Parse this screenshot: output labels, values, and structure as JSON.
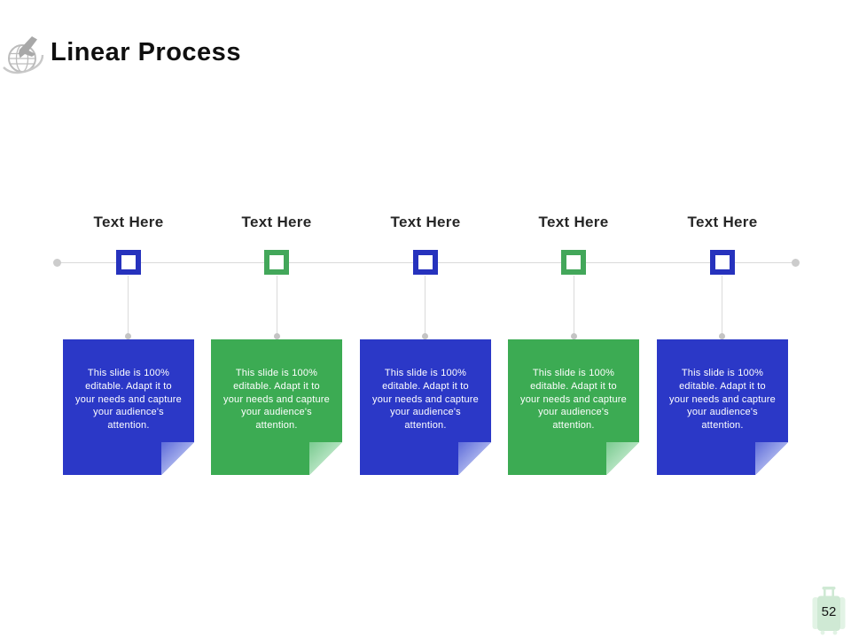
{
  "slide": {
    "title": "Linear Process",
    "page_number": "52"
  },
  "icons": {
    "logo": "globe-airplane-logo-icon",
    "footer": "suitcase-icon"
  },
  "timeline": {
    "steps": [
      {
        "label": "Text Here",
        "accent_color": "#2632bd",
        "card_color": "#2b38c7",
        "card_text": "This slide is 100% editable. Adapt it to your needs and capture your audience's attention."
      },
      {
        "label": "Text Here",
        "accent_color": "#43a75a",
        "card_color": "#3cab53",
        "card_text": "This slide is 100% editable. Adapt it to your needs and capture your audience's attention."
      },
      {
        "label": "Text Here",
        "accent_color": "#2632bd",
        "card_color": "#2b38c7",
        "card_text": "This slide is 100% editable. Adapt it to your needs and capture your audience's attention."
      },
      {
        "label": "Text Here",
        "accent_color": "#43a75a",
        "card_color": "#3cab53",
        "card_text": "This slide is 100% editable. Adapt it to your needs and capture your audience's attention."
      },
      {
        "label": "Text Here",
        "accent_color": "#2632bd",
        "card_color": "#2b38c7",
        "card_text": "This slide is 100% editable. Adapt it to your needs and capture your audience's attention."
      }
    ]
  },
  "colors": {
    "blue": "#2b38c7",
    "green": "#3cab53",
    "line_gray": "#dadada",
    "dot_gray": "#c9c9c9",
    "suitcase_green": "#cfe9d4"
  }
}
